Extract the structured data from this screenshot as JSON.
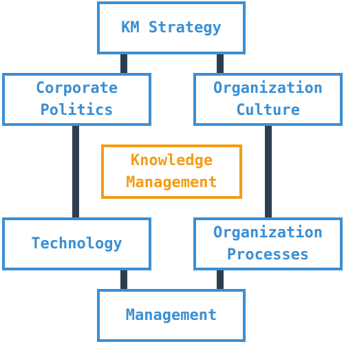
{
  "diagram": {
    "nodes": {
      "km_strategy": "KM Strategy",
      "corporate_politics": "Corporate\nPolitics",
      "organization_culture": "Organization\nCulture",
      "knowledge_management": "Knowledge\nManagement",
      "technology": "Technology",
      "organization_processes": "Organization\nProcesses",
      "management": "Management"
    },
    "edges": [
      {
        "from": "km_strategy",
        "to": "corporate_politics"
      },
      {
        "from": "km_strategy",
        "to": "organization_culture"
      },
      {
        "from": "corporate_politics",
        "to": "technology"
      },
      {
        "from": "organization_culture",
        "to": "organization_processes"
      },
      {
        "from": "technology",
        "to": "management"
      },
      {
        "from": "organization_processes",
        "to": "management"
      }
    ],
    "colors": {
      "node_border": "#3a8fd4",
      "node_text": "#3a8fd4",
      "center_accent": "#f39c12",
      "connector": "#2d3e50"
    }
  }
}
